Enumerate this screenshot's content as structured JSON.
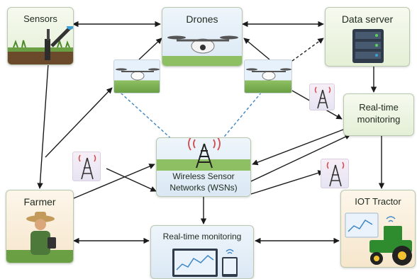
{
  "nodes": {
    "sensors": "Sensors",
    "drones": "Drones",
    "data_server": "Data server",
    "realtime_right": "Real-time\nmonitoring",
    "wsn": "Wireless Sensor\nNetworks (WSNs)",
    "farmer": "Farmer",
    "iot_tractor": "IOT Tractor",
    "realtime_bottom": "Real-time monitoring"
  },
  "colors": {
    "arrow": "#1b1b1b",
    "dashed_blue": "#3d86c6",
    "dashed_black": "#222222"
  },
  "icons": [
    "sensor-probe-icon",
    "drone-icon",
    "server-rack-icon",
    "radio-tower-icon",
    "farmer-icon",
    "tractor-icon",
    "monitor-dashboard-icon"
  ]
}
